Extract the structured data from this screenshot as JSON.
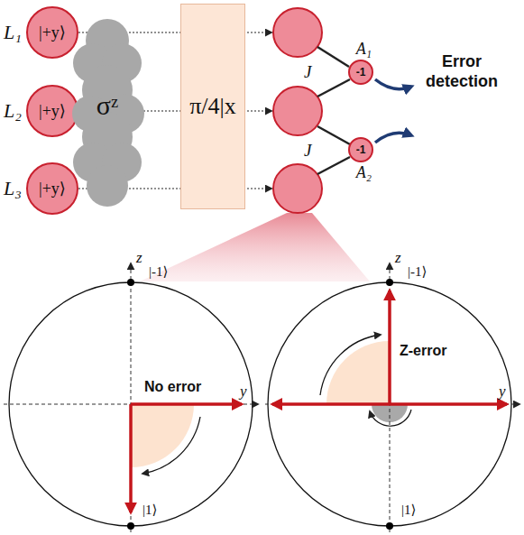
{
  "diagram": {
    "nodes": [
      {
        "text": [
          "L₁",
          "|+y⟩"
        ]
      },
      {
        "text": [
          "L₂",
          "|+y⟩"
        ]
      },
      {
        "text": [
          "L₃",
          "|+y⟩"
        ]
      },
      {
        "text": [
          "σᶻ"
        ]
      },
      {
        "text": [
          "π/4|x"
        ]
      },
      {
        "text": [
          "A₁",
          "-1"
        ]
      },
      {
        "text": [
          "A₂",
          "-1"
        ]
      }
    ],
    "edges": [
      {
        "from": 0,
        "to": 4,
        "arrow": "none"
      },
      {
        "from": 1,
        "to": 4,
        "arrow": "none"
      },
      {
        "from": 2,
        "to": 4,
        "arrow": "none"
      }
    ],
    "labels": [
      "J",
      "J",
      "Error detection",
      "z",
      "|-1⟩",
      "y",
      "|1⟩",
      "No error",
      "z",
      "|-1⟩",
      "y",
      "|1⟩",
      "Z-error"
    ]
  }
}
